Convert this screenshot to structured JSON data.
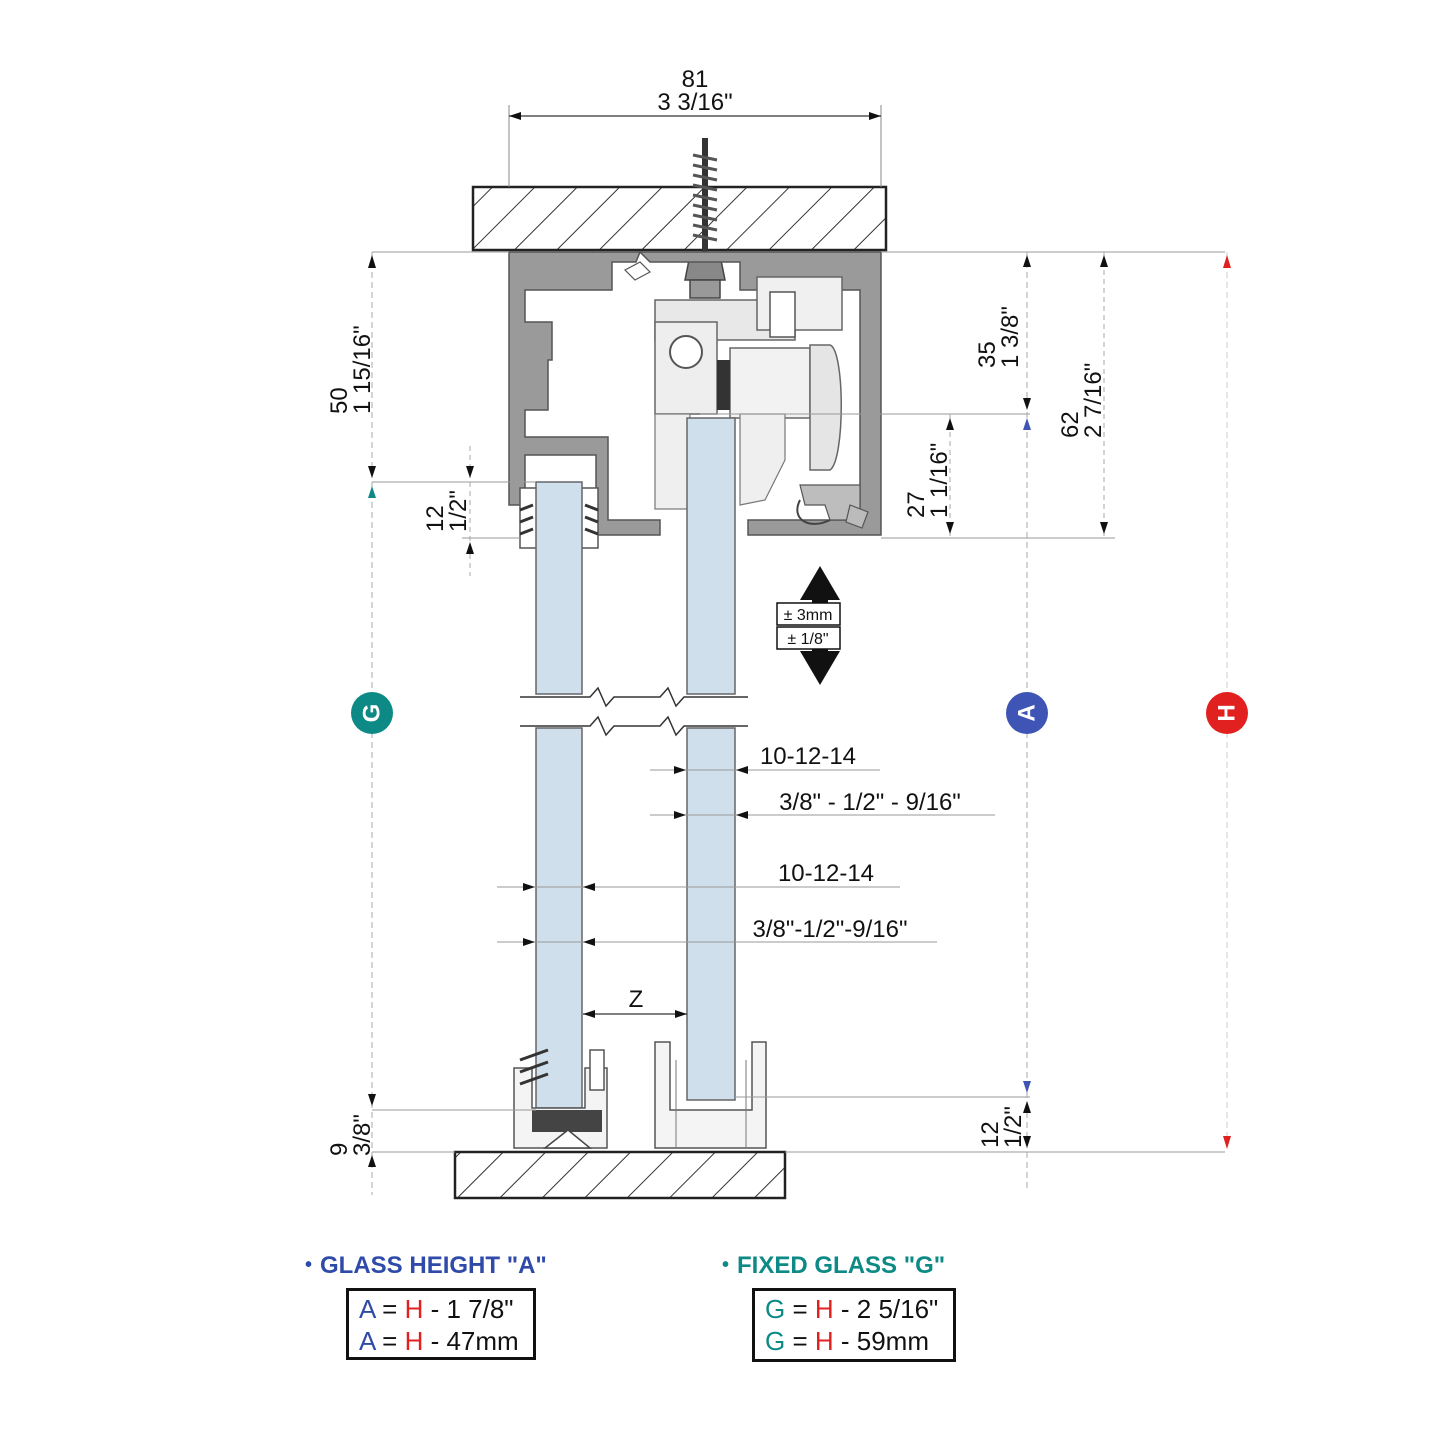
{
  "diagram": {
    "colors": {
      "profile": "#9a9a9a",
      "profile_dark": "#6e6e6e",
      "glass": "#cfe0ec",
      "g_marker": "#0e8a86",
      "a_marker": "#3f55b5",
      "h_marker": "#e12020",
      "title_blue": "#2f4aa8",
      "title_teal": "#0e8a86"
    },
    "dimensions": {
      "top_width_mm": "81",
      "top_width_in": "3 3/16\"",
      "left_mm": "50",
      "left_in": "1 15/16\"",
      "seal_mm": "12",
      "seal_in": "1/2\"",
      "carriage_mm": "35",
      "carriage_in": "1 3/8\"",
      "total_mm": "62",
      "total_in": "2 7/16\"",
      "lower_mm": "27",
      "lower_in": "1 1/16\"",
      "bottom_left_mm": "9",
      "bottom_left_in": "3/8\"",
      "bottom_right_mm": "12",
      "bottom_right_in": "1/2\""
    },
    "adjust": {
      "mm": "± 3mm",
      "in": "± 1/8\""
    },
    "glass_thickness": {
      "sliding_mm": "10-12-14",
      "sliding_in": "3/8\" - 1/2\" - 9/16\"",
      "fixed_mm": "10-12-14",
      "fixed_in": "3/8\"-1/2\"-9/16\""
    },
    "gap_label": "Z",
    "markers": {
      "g": "G",
      "a": "A",
      "h": "H"
    }
  },
  "formulas": {
    "glass_height": {
      "title_bullet": "•",
      "title": "GLASS HEIGHT \"A\"",
      "sym": "A",
      "eq": " = ",
      "h": "H",
      "line1_rest": " - 1 7/8\"",
      "line2_rest": " - 47mm"
    },
    "fixed_glass": {
      "title_bullet": "•",
      "title": "FIXED GLASS \"G\"",
      "sym": "G",
      "eq": " = ",
      "h": "H",
      "line1_rest": " - 2 5/16\"",
      "line2_rest": " - 59mm"
    }
  }
}
